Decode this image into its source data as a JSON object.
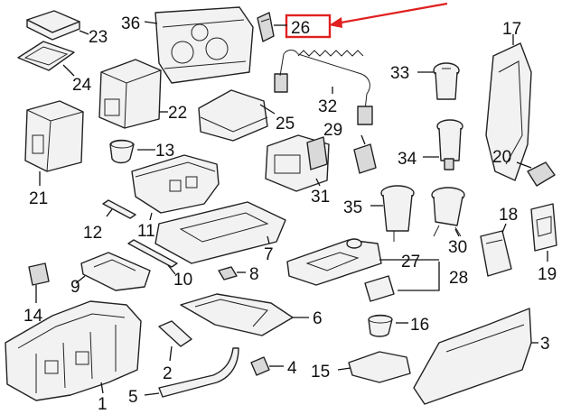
{
  "colors": {
    "highlight": "#e02020",
    "line": "#222222",
    "part_fill": "#f2f2f2"
  },
  "highlighted_part": "26",
  "callouts": {
    "c1": "1",
    "c2": "2",
    "c3": "3",
    "c4": "4",
    "c5": "5",
    "c6": "6",
    "c7": "7",
    "c8": "8",
    "c9": "9",
    "c10": "10",
    "c11": "11",
    "c12": "12",
    "c13": "13",
    "c14": "14",
    "c15": "15",
    "c16": "16",
    "c17": "17",
    "c18": "18",
    "c19": "19",
    "c20": "20",
    "c21": "21",
    "c22": "22",
    "c23": "23",
    "c24": "24",
    "c25": "25",
    "c26": "26",
    "c27": "27",
    "c28": "28",
    "c29": "29",
    "c30": "30",
    "c31": "31",
    "c32": "32",
    "c33": "33",
    "c34": "34",
    "c35": "35",
    "c36": "36"
  }
}
